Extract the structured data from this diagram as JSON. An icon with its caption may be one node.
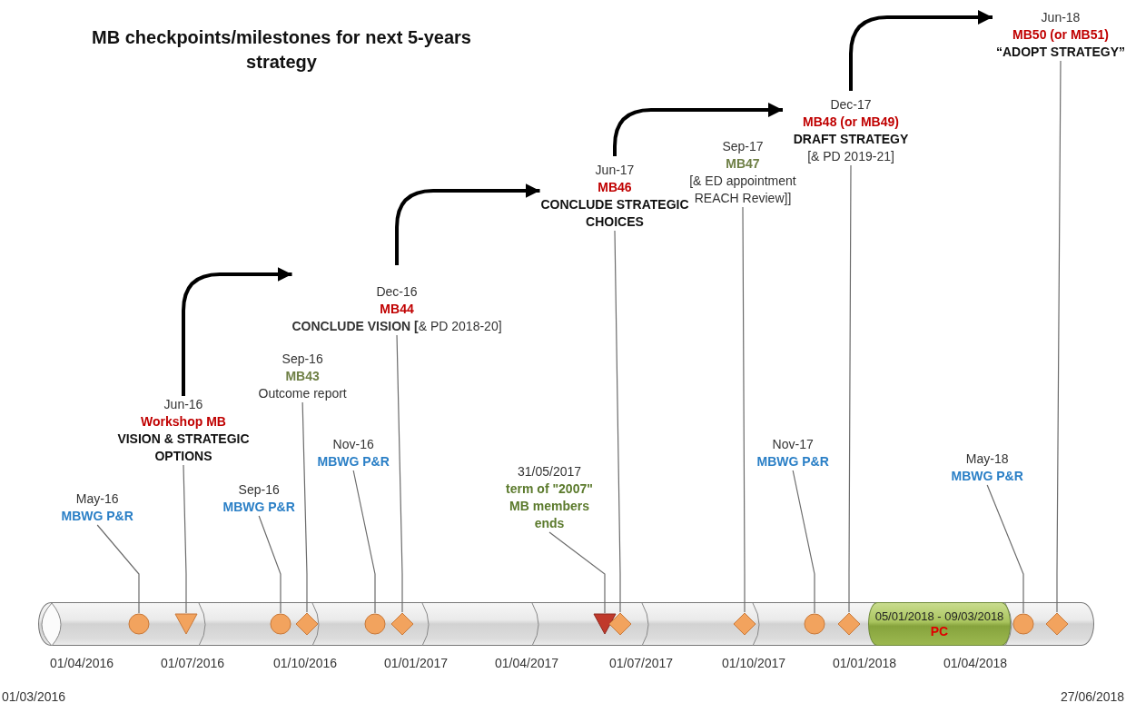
{
  "diagram": {
    "title": "MB checkpoints/milestones for next 5-years strategy",
    "nodes": [
      {
        "text": [
          "May-16",
          "MBWG P&R"
        ]
      },
      {
        "text": [
          "Jun-16",
          "Workshop MB",
          "VISION & STRATEGIC OPTIONS"
        ]
      },
      {
        "text": [
          "Sep-16",
          "MBWG P&R"
        ]
      },
      {
        "text": [
          "Sep-16",
          "MB43",
          "Outcome report"
        ]
      },
      {
        "text": [
          "Nov-16",
          "MBWG P&R"
        ]
      },
      {
        "text": [
          "Dec-16",
          "MB44",
          "**CONCLUDE VISION [**& PD 2018-20]"
        ]
      },
      {
        "text": [
          "31/05/2017",
          "term of \"2007\" MB members ends"
        ]
      },
      {
        "text": [
          "Jun-17",
          "MB46",
          "CONCLUDE STRATEGIC CHOICES"
        ]
      },
      {
        "text": [
          "Sep-17",
          "MB47",
          "[& ED appointment REACH Review]]"
        ]
      },
      {
        "text": [
          "Nov-17",
          "MBWG P&R"
        ]
      },
      {
        "text": [
          "Dec-17",
          "MB48 (or MB49)",
          "DRAFT STRATEGY",
          "[& PD 2019-21]"
        ]
      },
      {
        "text": [
          "May-18",
          "MBWG P&R"
        ]
      },
      {
        "text": [
          "Jun-18",
          "MB50 (or MB51)",
          "“ADOPT STRATEGY”"
        ]
      },
      {
        "text": [],
        "shape": "cylinder"
      },
      {
        "text": [
          "05/01/2018 - 09/03/2018",
          "PC"
        ],
        "in": 13
      },
      {
        "text": [],
        "shape": "circle",
        "in": 13
      },
      {
        "text": [],
        "shape": "triangle",
        "in": 13
      },
      {
        "text": [],
        "shape": "circle",
        "in": 13
      },
      {
        "text": [],
        "shape": "diamond",
        "in": 13
      },
      {
        "text": [],
        "shape": "circle",
        "in": 13
      },
      {
        "text": [],
        "shape": "diamond",
        "in": 13
      },
      {
        "text": [],
        "shape": "triangle",
        "in": 13
      },
      {
        "text": [],
        "shape": "diamond",
        "in": 13
      },
      {
        "text": [],
        "shape": "diamond",
        "in": 13
      },
      {
        "text": [],
        "shape": "circle",
        "in": 13
      },
      {
        "text": [],
        "shape": "diamond",
        "in": 13
      },
      {
        "text": [],
        "shape": "circle",
        "in": 13
      },
      {
        "text": [],
        "shape": "diamond",
        "in": 13
      }
    ],
    "edges": [
      {
        "from": 0,
        "to": 15,
        "arrow": "none"
      },
      {
        "from": 1,
        "to": 16,
        "arrow": "none"
      },
      {
        "from": 2,
        "to": 17,
        "arrow": "none"
      },
      {
        "from": 3,
        "to": 18,
        "arrow": "none"
      },
      {
        "from": 4,
        "to": 19,
        "arrow": "none"
      },
      {
        "from": 5,
        "to": 20,
        "arrow": "none"
      },
      {
        "from": 6,
        "to": 21,
        "arrow": "none"
      },
      {
        "from": 7,
        "to": 22,
        "arrow": "none"
      },
      {
        "from": 8,
        "to": 23,
        "arrow": "none"
      },
      {
        "from": 9,
        "to": 24,
        "arrow": "none"
      },
      {
        "from": 10,
        "to": 25,
        "arrow": "none"
      },
      {
        "from": 11,
        "to": 26,
        "arrow": "none"
      },
      {
        "from": 12,
        "to": 27,
        "arrow": "none"
      },
      {
        "from": 1,
        "to": 5,
        "arrow": "to",
        "style": "thick",
        "color": "#000000"
      },
      {
        "from": 5,
        "to": 7,
        "arrow": "to",
        "style": "thick",
        "color": "#000000"
      },
      {
        "from": 7,
        "to": 10,
        "arrow": "to",
        "style": "thick",
        "color": "#000000"
      },
      {
        "from": 10,
        "to": 12,
        "arrow": "to",
        "style": "thick",
        "color": "#000000"
      }
    ],
    "labels": [
      "01/04/2016",
      "01/07/2016",
      "01/10/2016",
      "01/01/2017",
      "01/04/2017",
      "01/07/2017",
      "01/10/2017",
      "01/01/2018",
      "01/04/2018",
      "01/03/2016",
      "27/06/2018"
    ]
  }
}
